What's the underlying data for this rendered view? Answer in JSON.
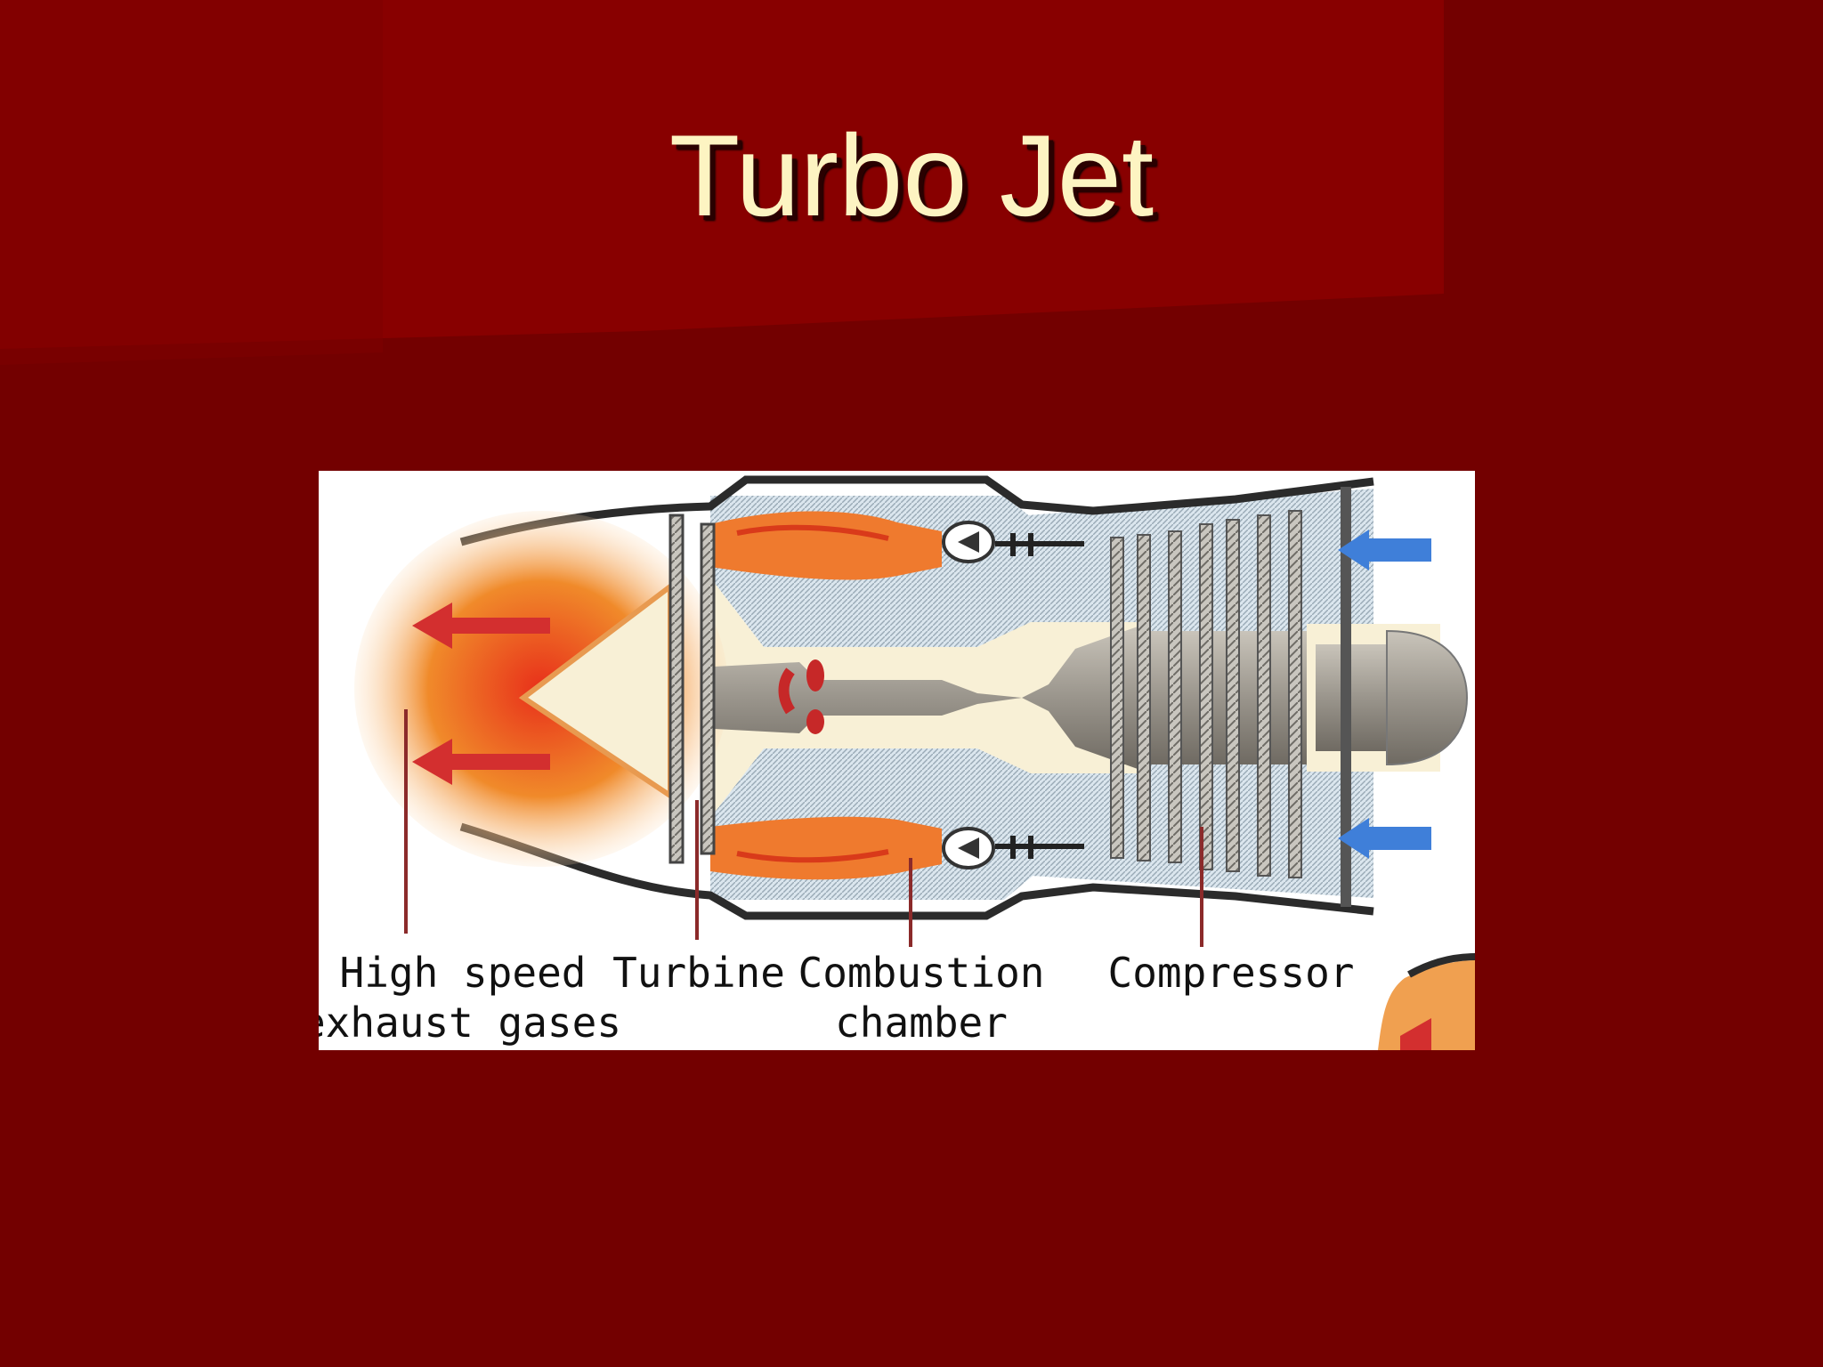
{
  "slide": {
    "title": "Turbo Jet",
    "colors": {
      "background": "#730000",
      "title_band": "#8a0000",
      "title_text": "#fdf4c2"
    }
  },
  "diagram": {
    "labels": {
      "exhaust_line1": "High speed",
      "exhaust_line2": "exhaust gases",
      "turbine": "Turbine",
      "combustion_line1": "Combustion",
      "combustion_line2": "chamber",
      "compressor": "Compressor"
    },
    "flow_arrows": {
      "intake": "blue arrows pointing left (air in)",
      "exhaust": "red arrows pointing left (gases out)"
    }
  }
}
